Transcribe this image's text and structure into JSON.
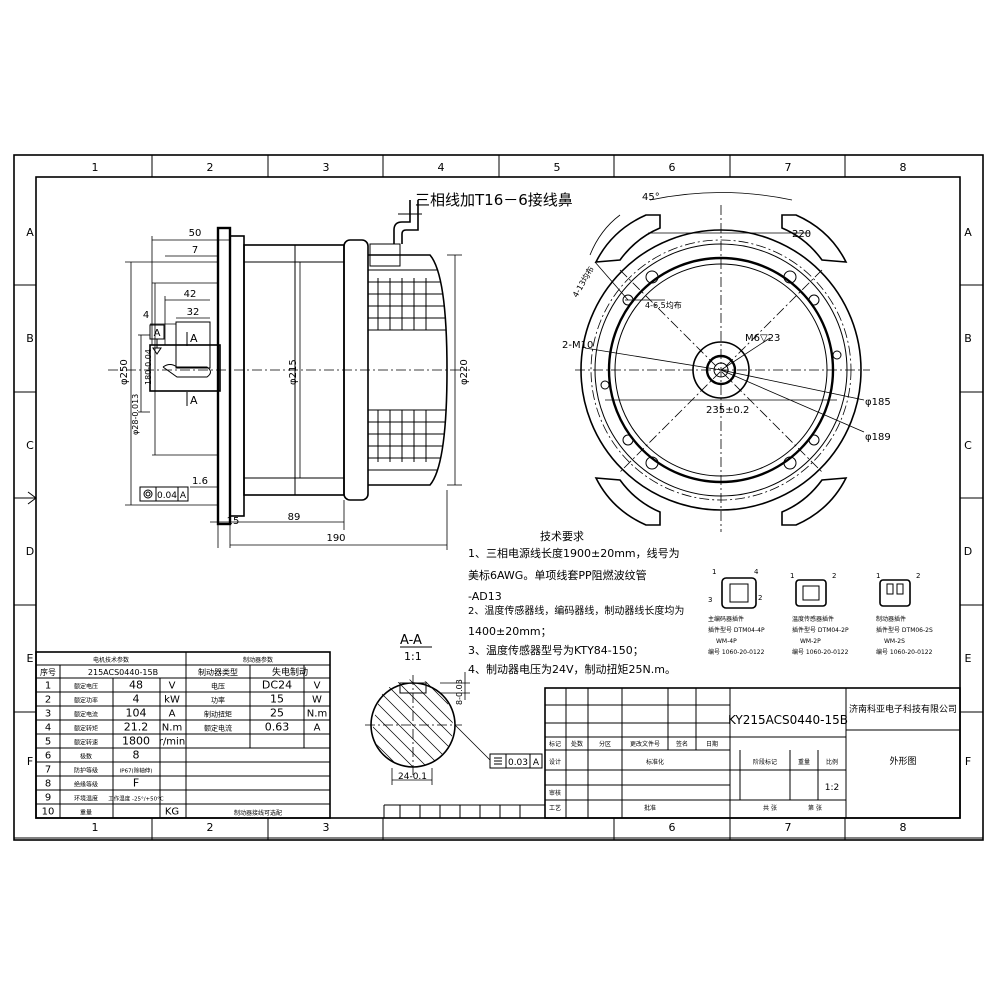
{
  "drawing": {
    "col_numbers": [
      "1",
      "2",
      "3",
      "4",
      "5",
      "6",
      "7",
      "8"
    ],
    "row_letters": [
      "A",
      "B",
      "C",
      "D",
      "E",
      "F"
    ],
    "header_note": "三相线加T16－6接线鼻"
  },
  "side_view": {
    "dims": {
      "d50": "50",
      "d7": "7",
      "d42": "42",
      "d32": "32",
      "d4": "4",
      "dA": "A",
      "secA_top": "A",
      "secA_bot": "A",
      "d250": "φ250",
      "d180": "180-0.04",
      "d28": "φ28-0.013",
      "d215": "φ215",
      "d220": "φ220",
      "d16": "1.6",
      "tol": "0.04",
      "tolA": "A",
      "d15": "15",
      "d89": "89",
      "d190": "190"
    }
  },
  "front_view": {
    "dims": {
      "angle": "45°",
      "d220": "220",
      "holes13": "4-13均布",
      "holes65": "4-6.5均布",
      "m10": "2-M10",
      "m6": "M6▽23",
      "d235": "235±0.2",
      "d185": "φ185",
      "d189": "φ189"
    }
  },
  "section_view": {
    "title": "A-A",
    "scale": "1:1",
    "d8": "8-0.03",
    "d24": "24-0.1",
    "tol": "0.03",
    "tolA": "A"
  },
  "tech_req": {
    "title": "技术要求",
    "lines": [
      "1、三相电源线长度1900±20mm，线号为",
      "美标6AWG。单项线套PP阻燃波纹管",
      "-AD13",
      "2、温度传感器线，编码器线，制动器线长度均为",
      "1400±20mm；",
      "3、温度传感器型号为KTY84-150；",
      "4、制动器电压为24V，制动扭矩25N.m。"
    ]
  },
  "connectors": [
    {
      "label": "主编码器插件",
      "model": "插件型号 DTM04-4P",
      "pin": "WM-4P",
      "code": "编号 1060-20-0122",
      "pins": [
        "1",
        "2",
        "3",
        "4"
      ]
    },
    {
      "label": "温度传感器插件",
      "model": "插件型号 DTM04-2P",
      "pin": "WM-2P",
      "code": "编号 1060-20-0122",
      "pins": [
        "1",
        "2"
      ]
    },
    {
      "label": "制动器插件",
      "model": "插件型号 DTM06-2S",
      "pin": "WM-2S",
      "code": "编号 1060-20-0122",
      "pins": [
        "1",
        "2"
      ]
    }
  ],
  "params_table": {
    "title_left": "电机技术参数",
    "title_right": "制动器参数",
    "model": "215ACS0440-15B",
    "brake_type_label": "制动器类型",
    "brake_type_value": "失电制动",
    "header_no": "序号",
    "rows": [
      {
        "no": "1",
        "name": "额定电压",
        "value": "48",
        "unit": "V",
        "bname": "电压",
        "bvalue": "DC24",
        "bunit": "V"
      },
      {
        "no": "2",
        "name": "额定功率",
        "value": "4",
        "unit": "kW",
        "bname": "功率",
        "bvalue": "15",
        "bunit": "W"
      },
      {
        "no": "3",
        "name": "额定电流",
        "value": "104",
        "unit": "A",
        "bname": "制动扭矩",
        "bvalue": "25",
        "bunit": "N.m"
      },
      {
        "no": "4",
        "name": "额定转矩",
        "value": "21.2",
        "unit": "N.m",
        "bname": "额定电流",
        "bvalue": "0.63",
        "bunit": "A"
      },
      {
        "no": "5",
        "name": "额定转速",
        "value": "1800",
        "unit": "r/min",
        "bname": "",
        "bvalue": "",
        "bunit": ""
      },
      {
        "no": "6",
        "name": "极数",
        "value": "8",
        "unit": "",
        "bname": "",
        "bvalue": "",
        "bunit": ""
      },
      {
        "no": "7",
        "name": "防护等级",
        "value": "IP67(除轴伸)",
        "unit": "",
        "bname": "",
        "bvalue": "",
        "bunit": ""
      },
      {
        "no": "8",
        "name": "绝缘等级",
        "value": "F",
        "unit": "",
        "bname": "",
        "bvalue": "",
        "bunit": ""
      },
      {
        "no": "9",
        "name": "环境温度",
        "value": "工作温度 -25°/+50°C",
        "unit": "",
        "bname": "",
        "bvalue": "",
        "bunit": ""
      },
      {
        "no": "10",
        "name": "重量",
        "value": "",
        "unit": "KG",
        "bname": "",
        "bvalue": "",
        "bunit": ""
      }
    ],
    "footer": "制动器接线可选配"
  },
  "title_block": {
    "drawing_no": "KY215ACS0440-15B",
    "company": "济南科亚电子科技有限公司",
    "drawing_name": "外形图",
    "cols": [
      "标记",
      "处数",
      "分区",
      "更改文件号",
      "签名",
      "日期"
    ],
    "left_labels": [
      "设计",
      "标准化",
      "审核",
      "工艺",
      "批准"
    ],
    "stage_label": "阶段标记",
    "weight_label": "重量",
    "scale_label": "比例",
    "scale": "1:2",
    "sheets": "共 张",
    "sheet": "第 张"
  }
}
